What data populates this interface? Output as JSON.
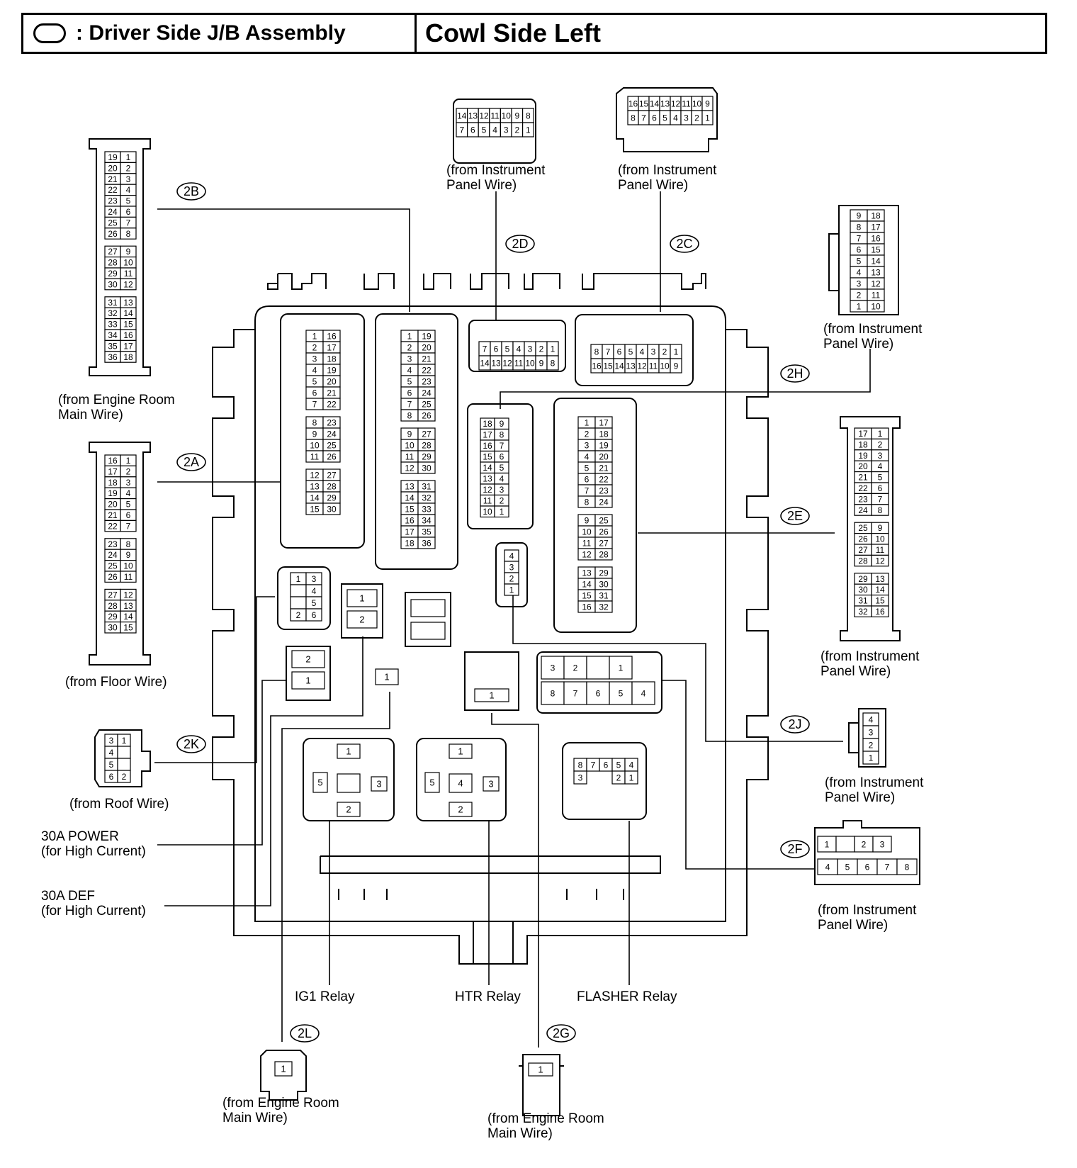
{
  "header": {
    "left_title": ": Driver Side J/B Assembly",
    "right_title": "Cowl Side Left"
  },
  "connectors": {
    "c2A": {
      "tag": "2A",
      "line1": "(from Floor Wire)",
      "line2": ""
    },
    "c2B": {
      "tag": "2B",
      "line1": "(from Engine Room",
      "line2": "Main Wire)"
    },
    "c2C": {
      "tag": "2C",
      "line1": "(from Instrument",
      "line2": "Panel Wire)"
    },
    "c2D": {
      "tag": "2D",
      "line1": "(from Instrument",
      "line2": "Panel Wire)"
    },
    "c2E": {
      "tag": "2E",
      "line1": "(from Instrument",
      "line2": "Panel Wire)"
    },
    "c2F": {
      "tag": "2F",
      "line1": "(from Instrument",
      "line2": "Panel Wire)"
    },
    "c2G": {
      "tag": "2G",
      "line1": "(from Engine Room",
      "line2": "Main Wire)"
    },
    "c2H": {
      "tag": "2H",
      "line1": "(from Instrument",
      "line2": "Panel Wire)"
    },
    "c2J": {
      "tag": "2J",
      "line1": "(from Instrument",
      "line2": "Panel Wire)"
    },
    "c2K": {
      "tag": "2K",
      "line1": "(from Roof Wire)",
      "line2": ""
    },
    "c2L": {
      "tag": "2L",
      "line1": "(from Engine Room",
      "line2": "Main Wire)"
    }
  },
  "labels": {
    "power_30a_1": "30A POWER",
    "power_30a_2": "(for High Current)",
    "def_30a_1": "30A DEF",
    "def_30a_2": "(for High Current)",
    "ig1_relay": "IG1 Relay",
    "htr_relay": "HTR Relay",
    "flasher_relay": "FLASHER Relay"
  },
  "pin_tables": {
    "c2B_ext": [
      [
        "19",
        "1"
      ],
      [
        "20",
        "2"
      ],
      [
        "21",
        "3"
      ],
      [
        "22",
        "4"
      ],
      [
        "23",
        "5"
      ],
      [
        "24",
        "6"
      ],
      [
        "25",
        "7"
      ],
      [
        "26",
        "8"
      ],
      [],
      [
        "27",
        "9"
      ],
      [
        "28",
        "10"
      ],
      [
        "29",
        "11"
      ],
      [
        "30",
        "12"
      ],
      [],
      [
        "31",
        "13"
      ],
      [
        "32",
        "14"
      ],
      [
        "33",
        "15"
      ],
      [
        "34",
        "16"
      ],
      [
        "35",
        "17"
      ],
      [
        "36",
        "18"
      ]
    ],
    "c2A_ext": [
      [
        "16",
        "1"
      ],
      [
        "17",
        "2"
      ],
      [
        "18",
        "3"
      ],
      [
        "19",
        "4"
      ],
      [
        "20",
        "5"
      ],
      [
        "21",
        "6"
      ],
      [
        "22",
        "7"
      ],
      [],
      [
        "23",
        "8"
      ],
      [
        "24",
        "9"
      ],
      [
        "25",
        "10"
      ],
      [
        "26",
        "11"
      ],
      [],
      [
        "27",
        "12"
      ],
      [
        "28",
        "13"
      ],
      [
        "29",
        "14"
      ],
      [
        "30",
        "15"
      ]
    ],
    "c2H_ext": [
      [
        "9",
        "18"
      ],
      [
        "8",
        "17"
      ],
      [
        "7",
        "16"
      ],
      [
        "6",
        "15"
      ],
      [
        "5",
        "14"
      ],
      [
        "4",
        "13"
      ],
      [
        "3",
        "12"
      ],
      [
        "2",
        "11"
      ],
      [
        "1",
        "10"
      ]
    ],
    "c2E_ext": [
      [
        "17",
        "1"
      ],
      [
        "18",
        "2"
      ],
      [
        "19",
        "3"
      ],
      [
        "20",
        "4"
      ],
      [
        "21",
        "5"
      ],
      [
        "22",
        "6"
      ],
      [
        "23",
        "7"
      ],
      [
        "24",
        "8"
      ],
      [],
      [
        "25",
        "9"
      ],
      [
        "26",
        "10"
      ],
      [
        "27",
        "11"
      ],
      [
        "28",
        "12"
      ],
      [],
      [
        "29",
        "13"
      ],
      [
        "30",
        "14"
      ],
      [
        "31",
        "15"
      ],
      [
        "32",
        "16"
      ]
    ],
    "jb_2A": [
      [
        "1",
        "16"
      ],
      [
        "2",
        "17"
      ],
      [
        "3",
        "18"
      ],
      [
        "4",
        "19"
      ],
      [
        "5",
        "20"
      ],
      [
        "6",
        "21"
      ],
      [
        "7",
        "22"
      ],
      [],
      [
        "8",
        "23"
      ],
      [
        "9",
        "24"
      ],
      [
        "10",
        "25"
      ],
      [
        "11",
        "26"
      ],
      [],
      [
        "12",
        "27"
      ],
      [
        "13",
        "28"
      ],
      [
        "14",
        "29"
      ],
      [
        "15",
        "30"
      ]
    ],
    "jb_2B": [
      [
        "1",
        "19"
      ],
      [
        "2",
        "20"
      ],
      [
        "3",
        "21"
      ],
      [
        "4",
        "22"
      ],
      [
        "5",
        "23"
      ],
      [
        "6",
        "24"
      ],
      [
        "7",
        "25"
      ],
      [
        "8",
        "26"
      ],
      [],
      [
        "9",
        "27"
      ],
      [
        "10",
        "28"
      ],
      [
        "11",
        "29"
      ],
      [
        "12",
        "30"
      ],
      [],
      [
        "13",
        "31"
      ],
      [
        "14",
        "32"
      ],
      [
        "15",
        "33"
      ],
      [
        "16",
        "34"
      ],
      [
        "17",
        "35"
      ],
      [
        "18",
        "36"
      ]
    ],
    "jb_2H": [
      [
        "18",
        "9"
      ],
      [
        "17",
        "8"
      ],
      [
        "16",
        "7"
      ],
      [
        "15",
        "6"
      ],
      [
        "14",
        "5"
      ],
      [
        "13",
        "4"
      ],
      [
        "12",
        "3"
      ],
      [
        "11",
        "2"
      ],
      [
        "10",
        "1"
      ]
    ],
    "jb_2E": [
      [
        "1",
        "17"
      ],
      [
        "2",
        "18"
      ],
      [
        "3",
        "19"
      ],
      [
        "4",
        "20"
      ],
      [
        "5",
        "21"
      ],
      [
        "6",
        "22"
      ],
      [
        "7",
        "23"
      ],
      [
        "8",
        "24"
      ],
      [],
      [
        "9",
        "25"
      ],
      [
        "10",
        "26"
      ],
      [
        "11",
        "27"
      ],
      [
        "12",
        "28"
      ],
      [],
      [
        "13",
        "29"
      ],
      [
        "14",
        "30"
      ],
      [
        "15",
        "31"
      ],
      [
        "16",
        "32"
      ]
    ],
    "c2D_ext": [
      [
        "14",
        "13",
        "12",
        "11",
        "10",
        "9",
        "8"
      ],
      [
        "7",
        "6",
        "5",
        "4",
        "3",
        "2",
        "1"
      ]
    ],
    "c2C_ext": [
      [
        "16",
        "15",
        "14",
        "13",
        "12",
        "11",
        "10",
        "9"
      ],
      [
        "8",
        "7",
        "6",
        "5",
        "4",
        "3",
        "2",
        "1"
      ]
    ],
    "jb_2D": [
      [
        "7",
        "6",
        "5",
        "4",
        "3",
        "2",
        "1"
      ],
      [
        "14",
        "13",
        "12",
        "11",
        "10",
        "9",
        "8"
      ]
    ],
    "jb_2C": [
      [
        "8",
        "7",
        "6",
        "5",
        "4",
        "3",
        "2",
        "1"
      ],
      [
        "16",
        "15",
        "14",
        "13",
        "12",
        "11",
        "10",
        "9"
      ]
    ],
    "c2F_ext": [
      [
        "1",
        "",
        "2",
        "3"
      ],
      [
        "4",
        "5",
        "6",
        "7",
        "8"
      ]
    ],
    "jb_2F": [
      [
        "3",
        "2",
        "",
        "1"
      ],
      [
        "8",
        "7",
        "6",
        "5",
        "4"
      ]
    ],
    "c2K_ext": [
      [
        "3",
        "1"
      ],
      [
        "4",
        ""
      ],
      [
        "5",
        ""
      ],
      [
        "6",
        "2"
      ]
    ],
    "jb_2K": [
      [
        "1",
        "3"
      ],
      [
        "",
        "4"
      ],
      [
        "",
        "5"
      ],
      [
        "2",
        "6"
      ]
    ],
    "c2J_ext": [
      "4",
      "3",
      "2",
      "1"
    ],
    "jb_2J": [
      "4",
      "3",
      "2",
      "1"
    ],
    "jb_fuse12": [
      "1",
      "2"
    ],
    "jb_fuse21": [
      "2",
      "1"
    ],
    "ig1_pins": {
      "top": "1",
      "left": "5",
      "right": "3",
      "bottom": "2",
      "center": ""
    },
    "htr_pins": {
      "top": "1",
      "left": "5",
      "right": "3",
      "bottom": "2",
      "center": "4"
    },
    "flasher_pins": [
      [
        "8",
        "7",
        "6",
        "5",
        "4"
      ],
      [
        "3",
        "",
        "",
        "2",
        "1"
      ]
    ],
    "single_pin": "1"
  }
}
